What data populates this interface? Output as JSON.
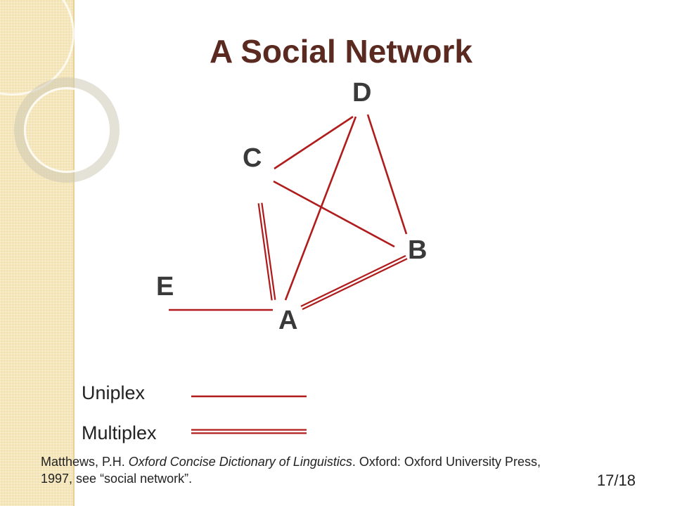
{
  "slide": {
    "title": "A Social Network",
    "page_number": "17/18"
  },
  "network": {
    "nodes": [
      {
        "id": "D",
        "label": "D"
      },
      {
        "id": "C",
        "label": "C"
      },
      {
        "id": "B",
        "label": "B"
      },
      {
        "id": "E",
        "label": "E"
      },
      {
        "id": "A",
        "label": "A"
      }
    ],
    "edges": [
      {
        "from": "C",
        "to": "D",
        "type": "uniplex"
      },
      {
        "from": "A",
        "to": "D",
        "type": "uniplex"
      },
      {
        "from": "B",
        "to": "D",
        "type": "uniplex"
      },
      {
        "from": "C",
        "to": "B",
        "type": "uniplex"
      },
      {
        "from": "C",
        "to": "A",
        "type": "multiplex"
      },
      {
        "from": "A",
        "to": "B",
        "type": "multiplex"
      },
      {
        "from": "E",
        "to": "A",
        "type": "uniplex"
      }
    ],
    "edge_color": "#b01c1c"
  },
  "legend": {
    "uniplex_label": "Uniplex",
    "multiplex_label": "Multiplex"
  },
  "citation": {
    "author": "Matthews, P.H.",
    "work": "Oxford Concise Dictionary of Linguistics",
    "publisher": "Oxford: Oxford University Press,",
    "rest": "1997, see “social network”."
  }
}
